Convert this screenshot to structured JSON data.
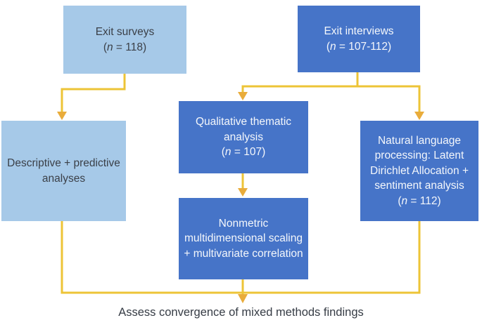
{
  "colors": {
    "light_box": "#A6C9E8",
    "dark_box": "#4674C8",
    "arrow_line": "#EDC437",
    "arrow_head": "#E9AC3B",
    "dark_text": "#3B4048",
    "light_text": "#F4F7FB",
    "caption_text": "#363C45"
  },
  "boxes": {
    "exit_surveys": {
      "title": "Exit surveys",
      "n_open": "(",
      "n_var": "n",
      "n_rest": " = 118)"
    },
    "exit_interviews": {
      "title": "Exit interviews",
      "n_open": "(",
      "n_var": "n",
      "n_rest": " = 107-112)"
    },
    "descriptive": {
      "title": "Descriptive + predictive analyses"
    },
    "qualitative": {
      "title": "Qualitative thematic analysis",
      "n_open": "(",
      "n_var": "n",
      "n_rest": " = 107)"
    },
    "nlp": {
      "title": "Natural language processing: Latent Dirichlet Allocation + sentiment analysis",
      "n_open": "(",
      "n_var": "n",
      "n_rest": " = 112)"
    },
    "nonmetric": {
      "title": "Nonmetric multidimensional scaling + multivariate correlation"
    }
  },
  "caption": "Assess convergence of mixed methods findings"
}
